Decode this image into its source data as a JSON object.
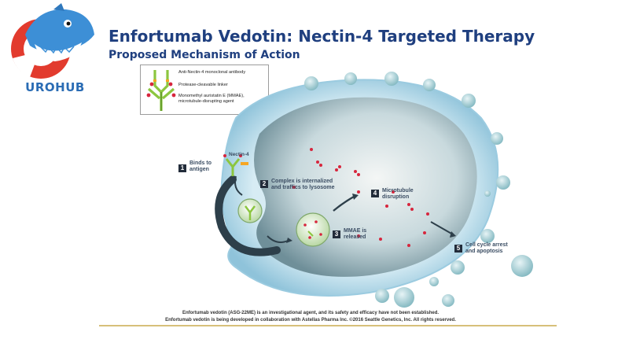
{
  "brand": {
    "name": "UROHUB"
  },
  "slide": {
    "title": "Enfortumab Vedotin: Nectin-4 Targeted Therapy",
    "subtitle": "Proposed Mechanism of Action"
  },
  "legend": {
    "items": [
      {
        "label": "Anti-Nectin-4 monoclonal antibody"
      },
      {
        "label": "Protease-cleavable linker"
      },
      {
        "label": "Monomethyl auristatin E (MMAE), microtubule-disrupting agent"
      }
    ]
  },
  "diagram": {
    "receptor_label": "Nectin-4",
    "steps": [
      {
        "num": "1",
        "line1": "Binds to",
        "line2": "antigen"
      },
      {
        "num": "2",
        "line1": "Complex is internalized",
        "line2": "and traffics to lysosome"
      },
      {
        "num": "3",
        "line1": "MMAE is",
        "line2": "released"
      },
      {
        "num": "4",
        "line1": "Microtubule",
        "line2": "disruption"
      },
      {
        "num": "5",
        "line1": "Cell cycle arrest",
        "line2": "and apoptosis"
      }
    ]
  },
  "footer": {
    "line1": "Enfortumab vedotin (ASG-22ME) is an investigational agent, and its safety and efficacy have not been established.",
    "line2": "Enfortumab vedotin is being developed in collaboration with Astellas Pharma Inc. ©2016 Seattle Genetics, Inc. All rights reserved."
  },
  "colors": {
    "title": "#1f3f7f",
    "brand": "#2a6cb4",
    "antibody": "#8cc63f",
    "payload": "#d7263d",
    "cell_membrane": "#a7d3e6",
    "footer_rule": "#d7c07a"
  }
}
